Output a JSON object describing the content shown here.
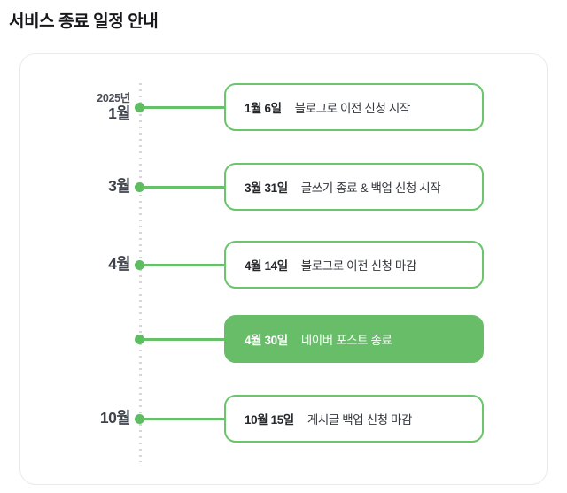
{
  "page": {
    "title": "서비스 종료 일정 안내",
    "background": "#ffffff"
  },
  "theme": {
    "accent_green": "#6cc46d",
    "accent_green_fill": "#67bd68",
    "dot_green": "#5dbd60",
    "spine_gray": "#d6d7da",
    "panel_border": "#e9eaec",
    "text_dark": "#25272b",
    "text_muted": "#4b4f57"
  },
  "timeline": {
    "rows": [
      {
        "year": "2025년",
        "month": "1월",
        "show_month_label": true,
        "date": "1월 6일",
        "text": "블로그로 이전 신청 시작",
        "highlight": false
      },
      {
        "year": "",
        "month": "3월",
        "show_month_label": true,
        "date": "3월 31일",
        "text": "글쓰기 종료 & 백업 신청 시작",
        "highlight": false
      },
      {
        "year": "",
        "month": "4월",
        "show_month_label": true,
        "date": "4월 14일",
        "text": "블로그로 이전 신청 마감",
        "highlight": false
      },
      {
        "year": "",
        "month": "",
        "show_month_label": false,
        "date": "4월 30일",
        "text": "네이버 포스트 종료",
        "highlight": true
      },
      {
        "year": "",
        "month": "10월",
        "show_month_label": true,
        "date": "10월 15일",
        "text": "게시글 백업 신청 마감",
        "highlight": false
      }
    ]
  }
}
